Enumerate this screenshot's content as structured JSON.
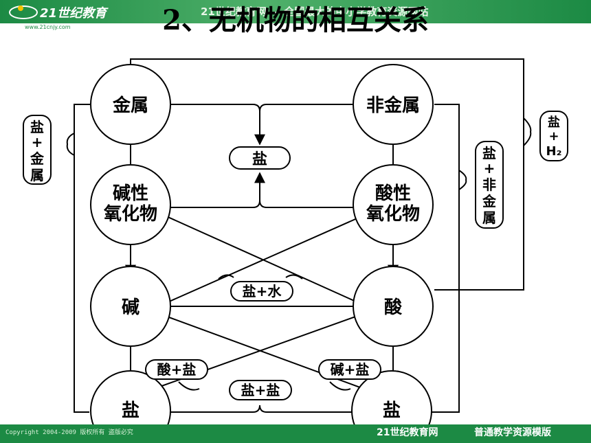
{
  "title": "2、无机物的相互关系",
  "header": {
    "logo_text": "21世纪教育",
    "logo_url": "www.21cnjy.com",
    "banner": "21世纪教育网 — 全国最大的中小学教育资源网站"
  },
  "footer": {
    "copyright": "Copyright 2004-2009 版权所有 盗版必究",
    "site": "21世纪教育网",
    "template": "普通教学资源模版"
  },
  "nodes": {
    "metal": "金属",
    "nonmetal": "非金属",
    "basic_oxide": [
      "碱性",
      "氧化物"
    ],
    "acidic_oxide": [
      "酸性",
      "氧化物"
    ],
    "base": "碱",
    "acid": "酸",
    "salt_left": "盐",
    "salt_right": "盐",
    "salt_center": "盐"
  },
  "labels": {
    "salt_water": "盐+水",
    "acid_salt": "酸+盐",
    "base_salt": "碱+盐",
    "salt_salt": "盐+盐",
    "salt_metal": [
      "盐",
      "+",
      "金",
      "属"
    ],
    "salt_nonmetal": [
      "盐",
      "+",
      "非",
      "金",
      "属"
    ],
    "salt_h2": [
      "盐",
      "+",
      "H₂"
    ]
  },
  "colors": {
    "header_green": "#1c8a44",
    "line": "#000000"
  }
}
